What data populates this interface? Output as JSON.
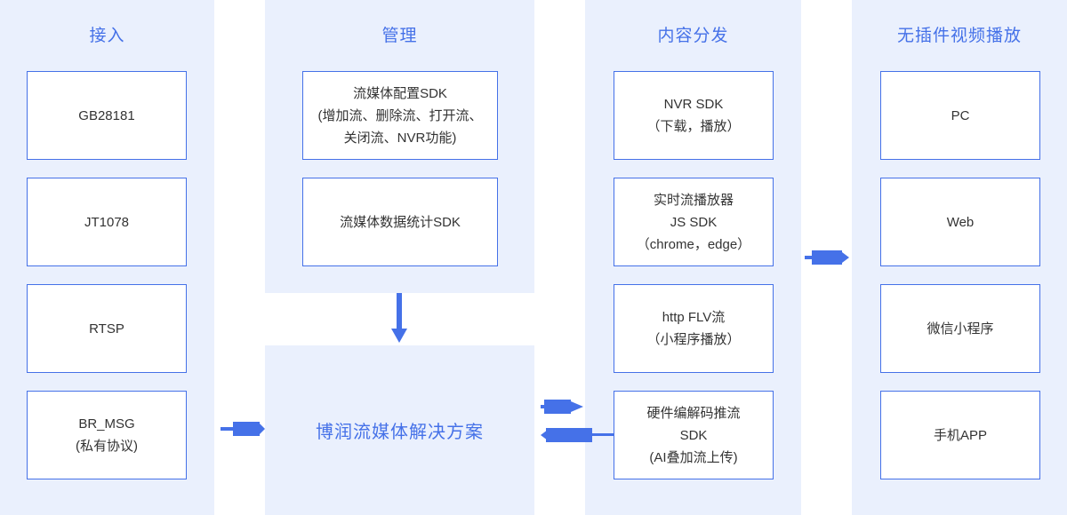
{
  "diagram": {
    "title": "博润流媒体解决方案",
    "accent_color": "#4571e8",
    "panel_color": "#eaf0fd",
    "box_border_color": "#4571e8",
    "box_fill_color": "#ffffff",
    "text_color": "#333333"
  },
  "columns": [
    {
      "id": "access",
      "title": "接入",
      "nodes": [
        {
          "label": "GB28181"
        },
        {
          "label": "JT1078"
        },
        {
          "label": "RTSP"
        },
        {
          "label": "BR_MSG\n(私有协议)"
        }
      ]
    },
    {
      "id": "management",
      "title": "管理",
      "nodes": [
        {
          "label": "流媒体配置SDK\n(增加流、删除流、打开流、\n关闭流、NVR功能)"
        },
        {
          "label": "流媒体数据统计SDK"
        }
      ],
      "solution_label": "博润流媒体解决方案"
    },
    {
      "id": "content-distribution",
      "title": "内容分发",
      "nodes": [
        {
          "label": "NVR SDK\n（下载，播放）"
        },
        {
          "label": "实时流播放器\nJS SDK\n（chrome，edge）"
        },
        {
          "label": "http FLV流\n（小程序播放）"
        },
        {
          "label": "硬件编解码推流\nSDK\n(AI叠加流上传)"
        }
      ]
    },
    {
      "id": "plugin-free-playback",
      "title": "无插件视频播放",
      "nodes": [
        {
          "label": "PC"
        },
        {
          "label": "Web"
        },
        {
          "label": "微信小程序"
        },
        {
          "label": "手机APP"
        }
      ]
    }
  ],
  "connectors": [
    {
      "id": "access-to-management",
      "direction": "right"
    },
    {
      "id": "management-down-to-solution",
      "direction": "down"
    },
    {
      "id": "solution-to-distribution",
      "direction": "right"
    },
    {
      "id": "distribution-to-solution",
      "direction": "left"
    },
    {
      "id": "distribution-to-playback",
      "direction": "right"
    }
  ]
}
